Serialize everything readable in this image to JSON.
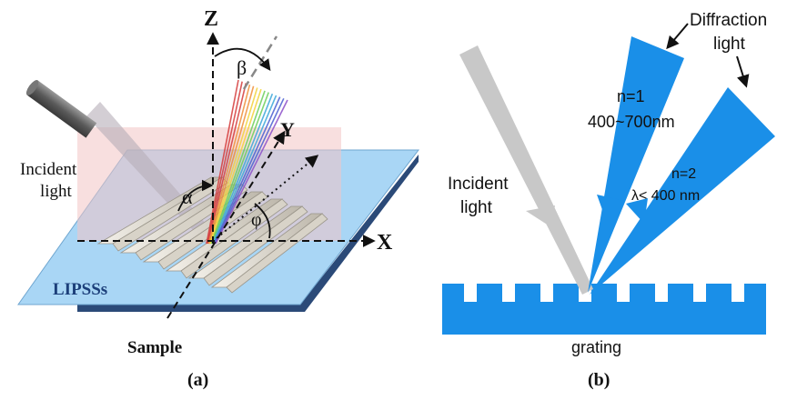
{
  "panel_a": {
    "axis_z": "Z",
    "axis_y": "Y",
    "axis_x": "X",
    "angle_beta": "β",
    "angle_alpha": "α",
    "angle_phi": "φ",
    "incident_line1": "Incident",
    "incident_line2": "light",
    "lipss": "LIPSSs",
    "sample": "Sample",
    "caption": "(a)",
    "colors": {
      "sample_top": "#a9d6f5",
      "sample_edge": "#2b4a78",
      "incident_plane": "#f3c4c4",
      "spectrum": [
        "#d53c3c",
        "#ef8f3a",
        "#f2d23c",
        "#6ccf5a",
        "#3ca7d9",
        "#4a5fd1",
        "#8b4fc9"
      ]
    }
  },
  "panel_b": {
    "diffraction_line1": "Diffraction",
    "diffraction_line2": "light",
    "order1_label": "n=1",
    "order1_range": "400~700nm",
    "order2_label": "n=2",
    "order2_range": "λ< 400 nm",
    "incident_line1": "Incident",
    "incident_line2": "light",
    "grating": "grating",
    "caption": "(b)",
    "colors": {
      "beam": "#1a8fe8",
      "incident_beam": "#c8c8c8",
      "grating": "#1a8fe8"
    }
  }
}
